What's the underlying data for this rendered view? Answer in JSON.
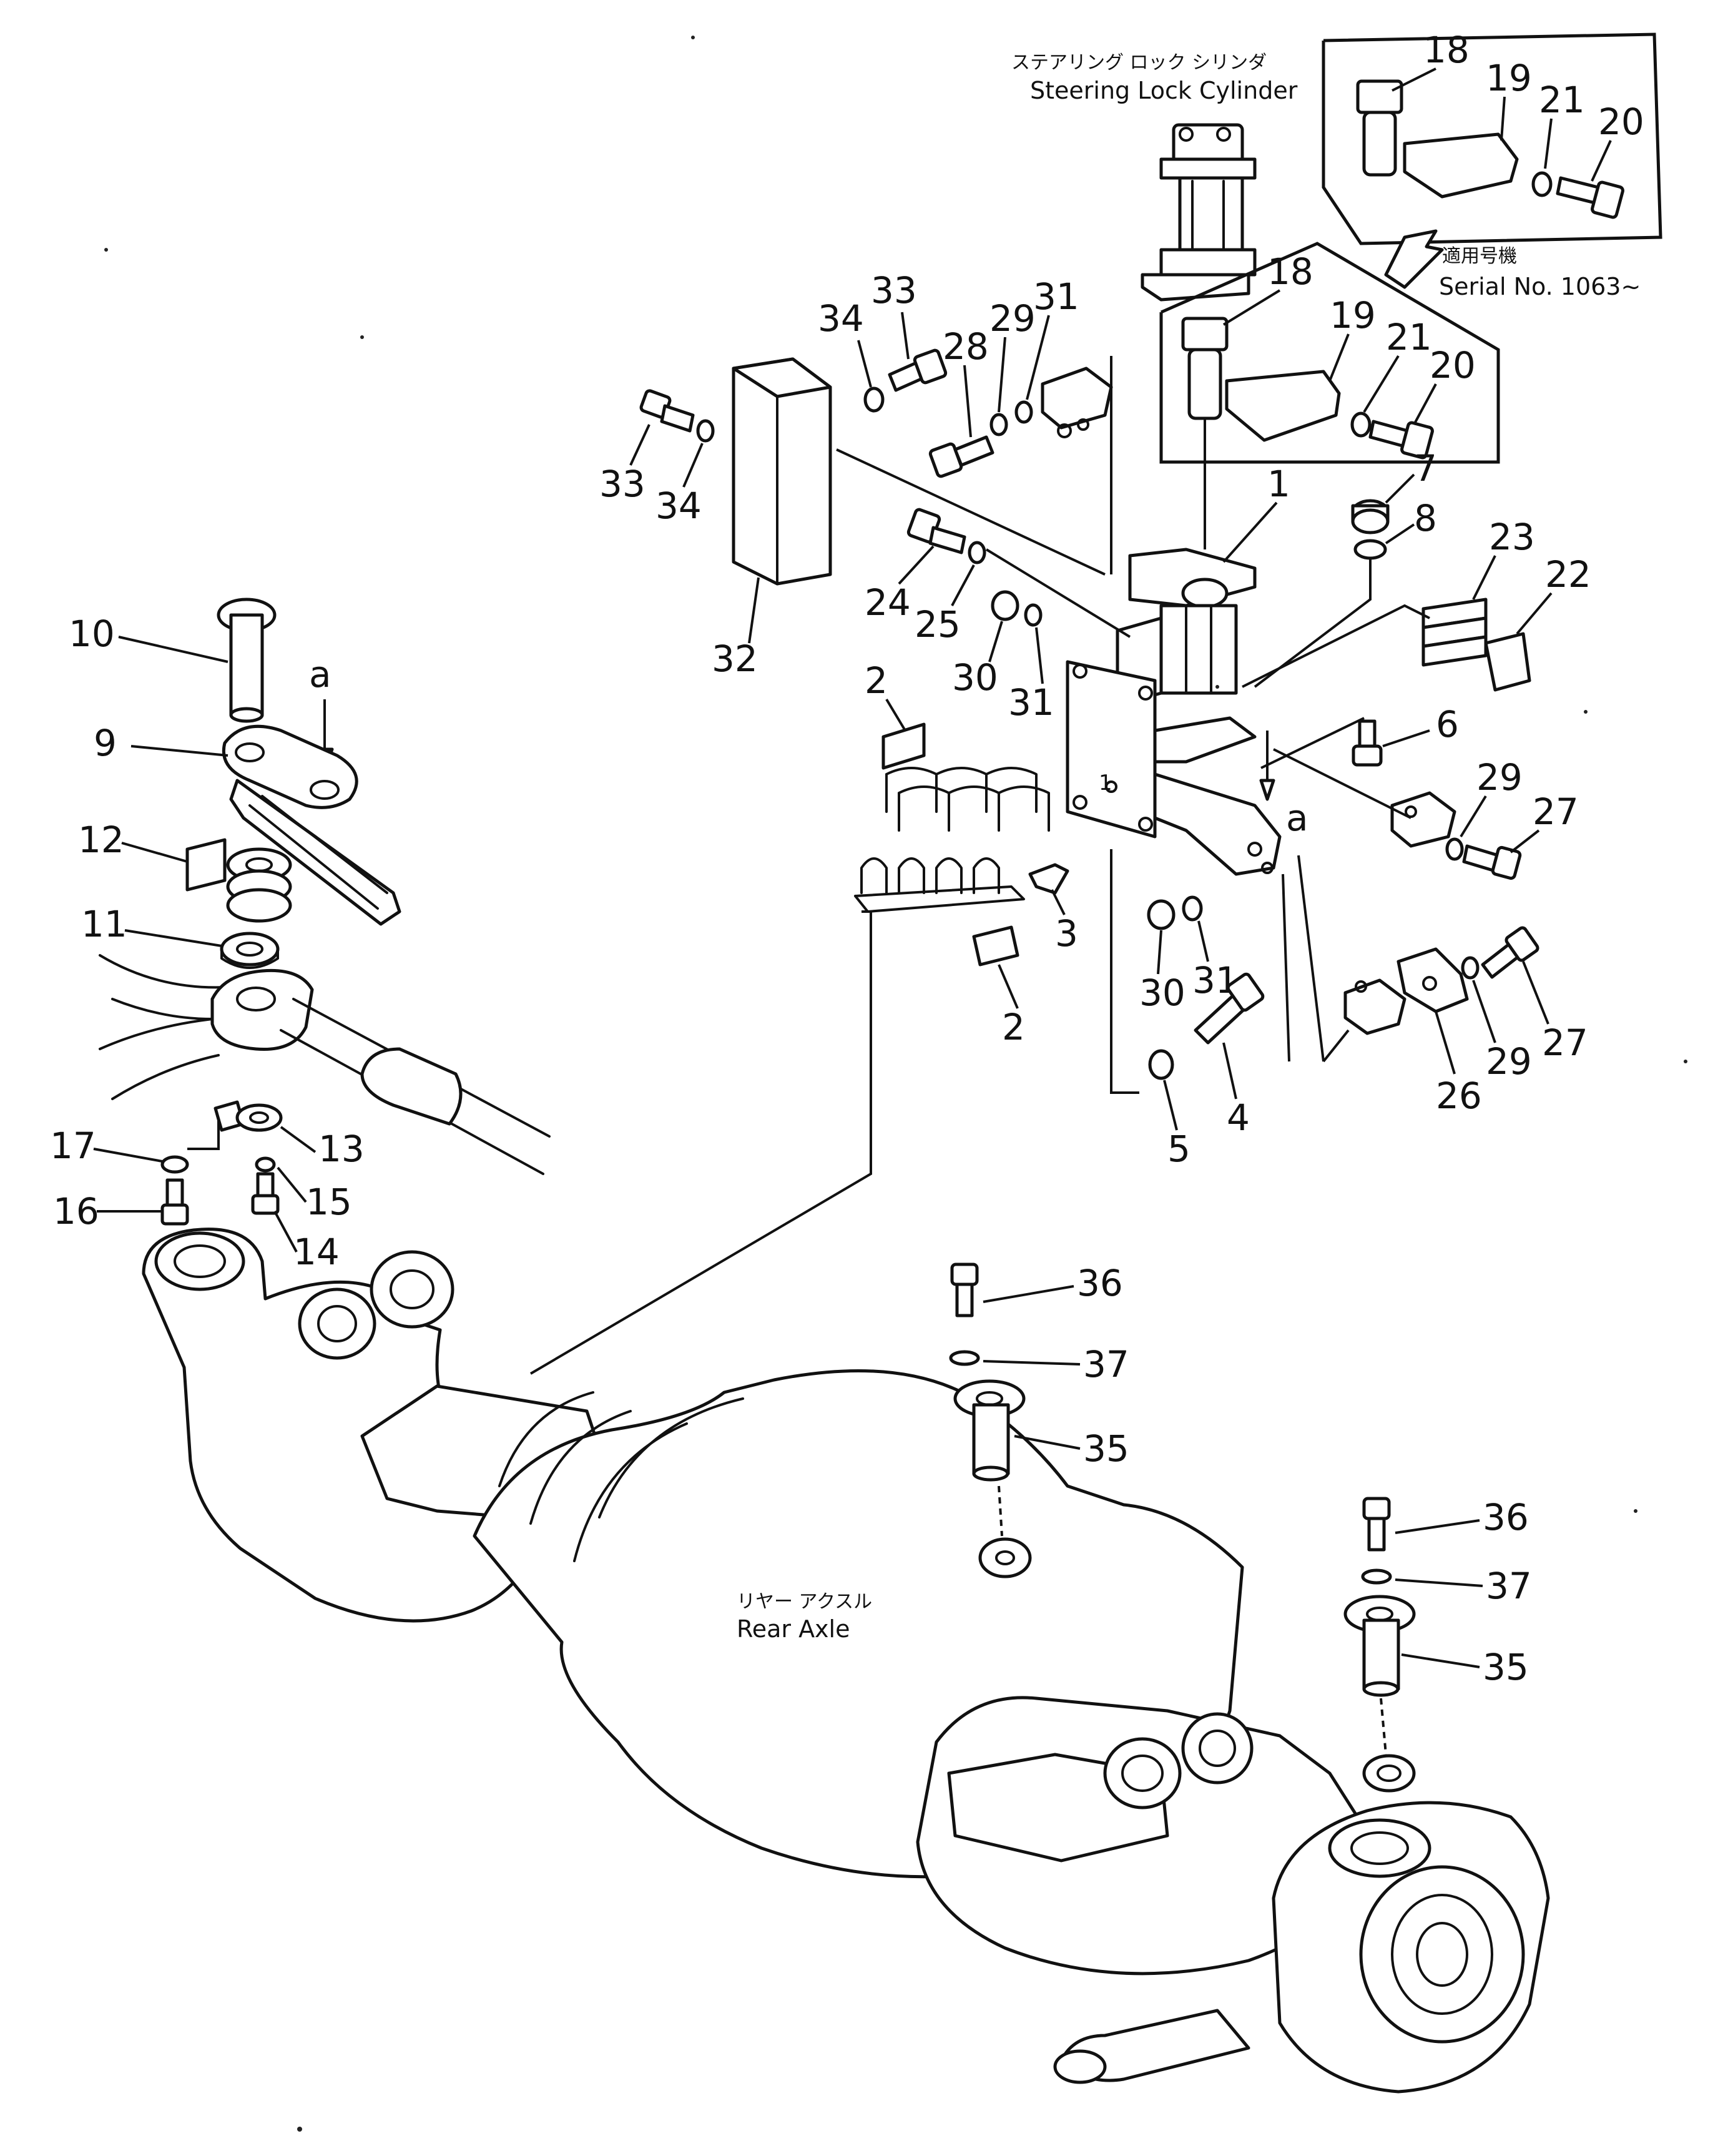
{
  "captions": {
    "steering_lock_jp": "ステアリング ロック シリンダ",
    "steering_lock_en": "Steering Lock Cylinder",
    "serial_jp": "適用号機",
    "serial_en": "Serial No. 1063~",
    "rear_axle_jp": "リヤー アクスル",
    "rear_axle_en": "Rear Axle"
  },
  "view_marker": "a",
  "view_marker_label": "a",
  "part_numbers": [
    "1",
    "2",
    "3",
    "4",
    "5",
    "6",
    "7",
    "8",
    "9",
    "10",
    "11",
    "12",
    "13",
    "14",
    "15",
    "16",
    "17",
    "18",
    "19",
    "20",
    "21",
    "22",
    "23",
    "24",
    "25",
    "26",
    "27",
    "28",
    "29",
    "30",
    "31",
    "32",
    "33",
    "34",
    "35",
    "36",
    "37"
  ],
  "callouts": {
    "n18_top": "18",
    "n19_top": "19",
    "n21_top": "21",
    "n20_top": "20",
    "n18_mid": "18",
    "n19_mid": "19",
    "n21_mid": "21",
    "n20_mid": "20",
    "n34_a": "34",
    "n33_a": "33",
    "n28": "28",
    "n29_a": "29",
    "n31_a": "31",
    "n33_b": "33",
    "n34_b": "34",
    "n1": "1",
    "n7": "7",
    "n8": "8",
    "n23": "23",
    "n22": "22",
    "n24": "24",
    "n25": "25",
    "n30_a": "30",
    "n31_b": "31",
    "n32": "32",
    "n10": "10",
    "n9": "9",
    "n2_a": "2",
    "n6": "6",
    "n29_b": "29",
    "n27_a": "27",
    "n12": "12",
    "n3": "3",
    "n11": "11",
    "n30_b": "30",
    "n31_c": "31",
    "n2_b": "2",
    "n27_b": "27",
    "n29_c": "29",
    "n26": "26",
    "n4": "4",
    "n5": "5",
    "n17": "17",
    "n13": "13",
    "n15": "15",
    "n16": "16",
    "n14": "14",
    "n36_a": "36",
    "n37_a": "37",
    "n35_a": "35",
    "n36_b": "36",
    "n37_b": "37",
    "n35_b": "35",
    "small_1": "1"
  }
}
